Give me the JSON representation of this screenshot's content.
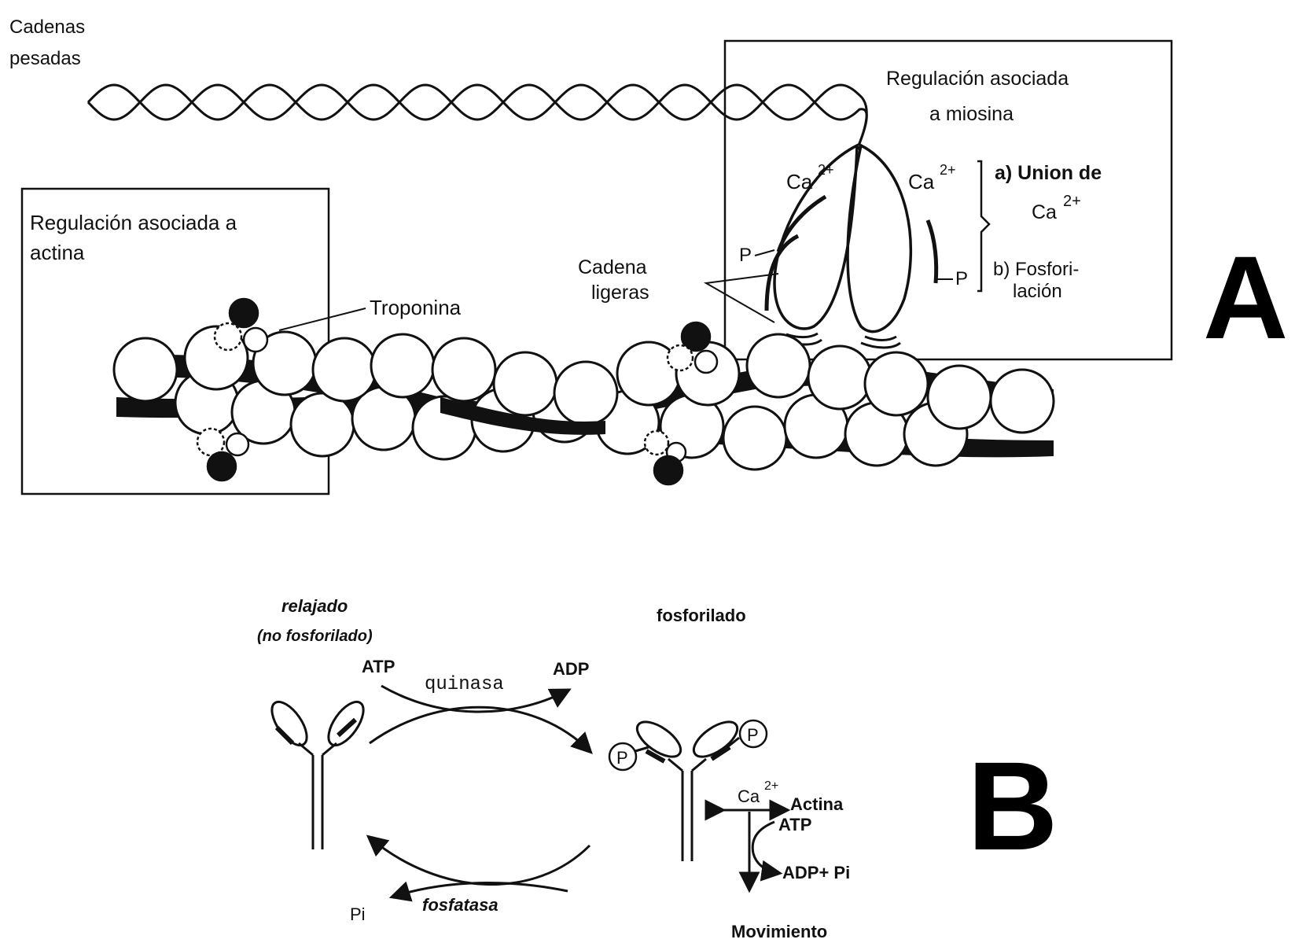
{
  "panel_a": {
    "letter": "A",
    "heavy_chains_line1": "Cadenas",
    "heavy_chains_line2": "pesadas",
    "myosin_box_line1": "Regulación asociada",
    "myosin_box_line2": "a   miosina",
    "ca_left": "Ca",
    "ca_right": "Ca",
    "ca_sup": "2+",
    "a_label": "a) Union de",
    "a_ca": "Ca",
    "a_ca_sup": "2+",
    "b_line1": "b) Fosfori-",
    "b_line2": "lación",
    "p_left": "P",
    "p_right": "P",
    "light_chains_line1": "Cadena",
    "light_chains_line2": "ligeras",
    "actin_box_line1": "Regulación asociada a",
    "actin_box_line2": "actina",
    "troponin": "Troponina"
  },
  "panel_b": {
    "letter": "B",
    "relaxed": "relajado",
    "not_phosph": "(no fosforilado)",
    "phosph": "fosforilado",
    "atp": "ATP",
    "adp": "ADP",
    "kinase": "quinasa",
    "phosphatase": "fosfatasa",
    "pi": "Pi",
    "p_mark": "P",
    "ca": "Ca",
    "ca_sup": "2+",
    "actin": "Actina",
    "atp2": "ATP",
    "adp_pi": "ADP+ Pi",
    "movement": "Movimiento"
  }
}
